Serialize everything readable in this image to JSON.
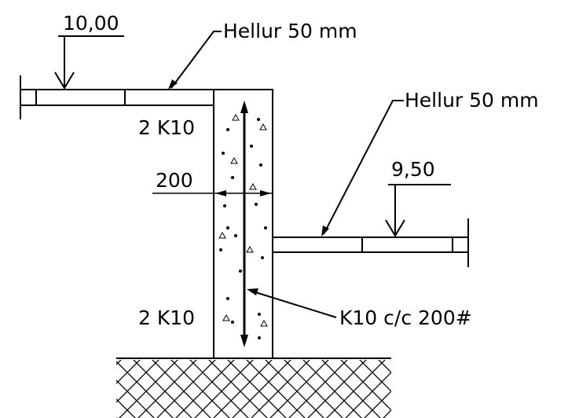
{
  "labels": {
    "upper_level": "10,00",
    "upper_slab": "Hellur 50 mm",
    "lower_level": "9,50",
    "lower_slab": "Hellur 50 mm",
    "top_rebar": "2 K10",
    "wall_thickness": "200",
    "bottom_rebar": "2 K10",
    "stirrups": "K10 c/c 200#"
  },
  "colors": {
    "ink": "#000000",
    "background": "#ffffff"
  }
}
